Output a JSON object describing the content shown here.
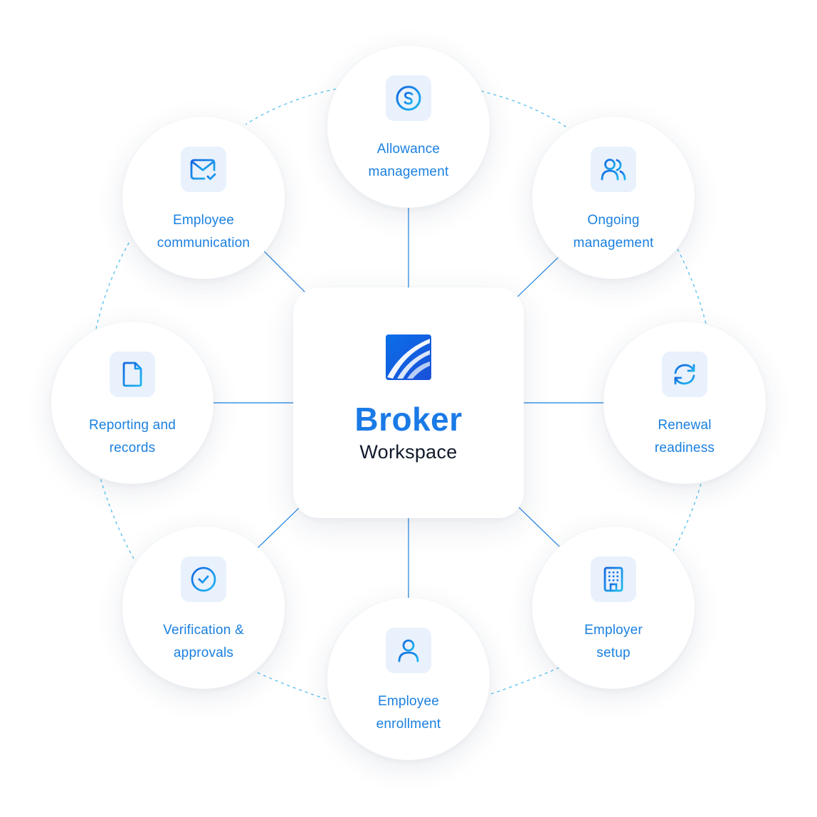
{
  "center": {
    "title": "Broker",
    "subtitle": "Workspace",
    "logo_icon": "broker-logo-icon"
  },
  "colors": {
    "accent": "#1a80e0",
    "accent_light": "#1fb5f0",
    "tile_bg": "#e8f1fc",
    "title_text": "#111a2a",
    "connector": "#1a80e0",
    "dotted_ring": "#5cc3ee"
  },
  "nodes": [
    {
      "id": "allowance",
      "label": "Allowance\nmanagement",
      "icon": "dollar-icon"
    },
    {
      "id": "ongoing",
      "label": "Ongoing\nmanagement",
      "icon": "users-icon"
    },
    {
      "id": "renewal",
      "label": "Renewal\nreadiness",
      "icon": "refresh-icon"
    },
    {
      "id": "employer",
      "label": "Employer\nsetup",
      "icon": "building-icon"
    },
    {
      "id": "enrollment",
      "label": "Employee\nenrollment",
      "icon": "user-icon"
    },
    {
      "id": "verification",
      "label": "Verification &\napprovals",
      "icon": "check-circle-icon"
    },
    {
      "id": "reporting",
      "label": "Reporting and\nrecords",
      "icon": "document-icon"
    },
    {
      "id": "communication",
      "label": "Employee\ncommunication",
      "icon": "mail-check-icon"
    }
  ]
}
